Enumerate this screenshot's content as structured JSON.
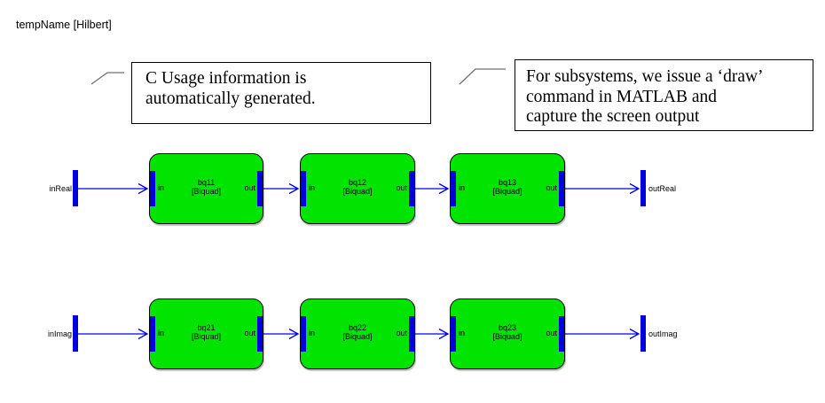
{
  "window": {
    "title": "tempName [Hilbert]"
  },
  "callouts": [
    {
      "lines": [
        "C Usage information is",
        "automatically generated."
      ]
    },
    {
      "lines": [
        "For subsystems, we issue a ‘draw’",
        "command in MATLAB and",
        "capture the screen output"
      ]
    }
  ],
  "diagram": {
    "rows": [
      {
        "input_port": "inReal",
        "output_port": "outReal",
        "blocks": [
          {
            "name": "bq11",
            "sub": "[Biquad]",
            "in_label": "in",
            "out_label": "out"
          },
          {
            "name": "bq12",
            "sub": "[Biquad]",
            "in_label": "in",
            "out_label": "out"
          },
          {
            "name": "bq13",
            "sub": "[Biquad]",
            "in_label": "in",
            "out_label": "out"
          }
        ]
      },
      {
        "input_port": "inImag",
        "output_port": "outImag",
        "blocks": [
          {
            "name": "bq21",
            "sub": "[Biquad]",
            "in_label": "in",
            "out_label": "out"
          },
          {
            "name": "bq22",
            "sub": "[Biquad]",
            "in_label": "in",
            "out_label": "out"
          },
          {
            "name": "bq23",
            "sub": "[Biquad]",
            "in_label": "in",
            "out_label": "out"
          }
        ]
      }
    ],
    "colors": {
      "block_fill": "#00e400",
      "block_border": "#000000",
      "port_bar_blue": "#0000dd",
      "signal_line_blue": "#0000ee",
      "callout_leader_gray": "#707070"
    }
  }
}
